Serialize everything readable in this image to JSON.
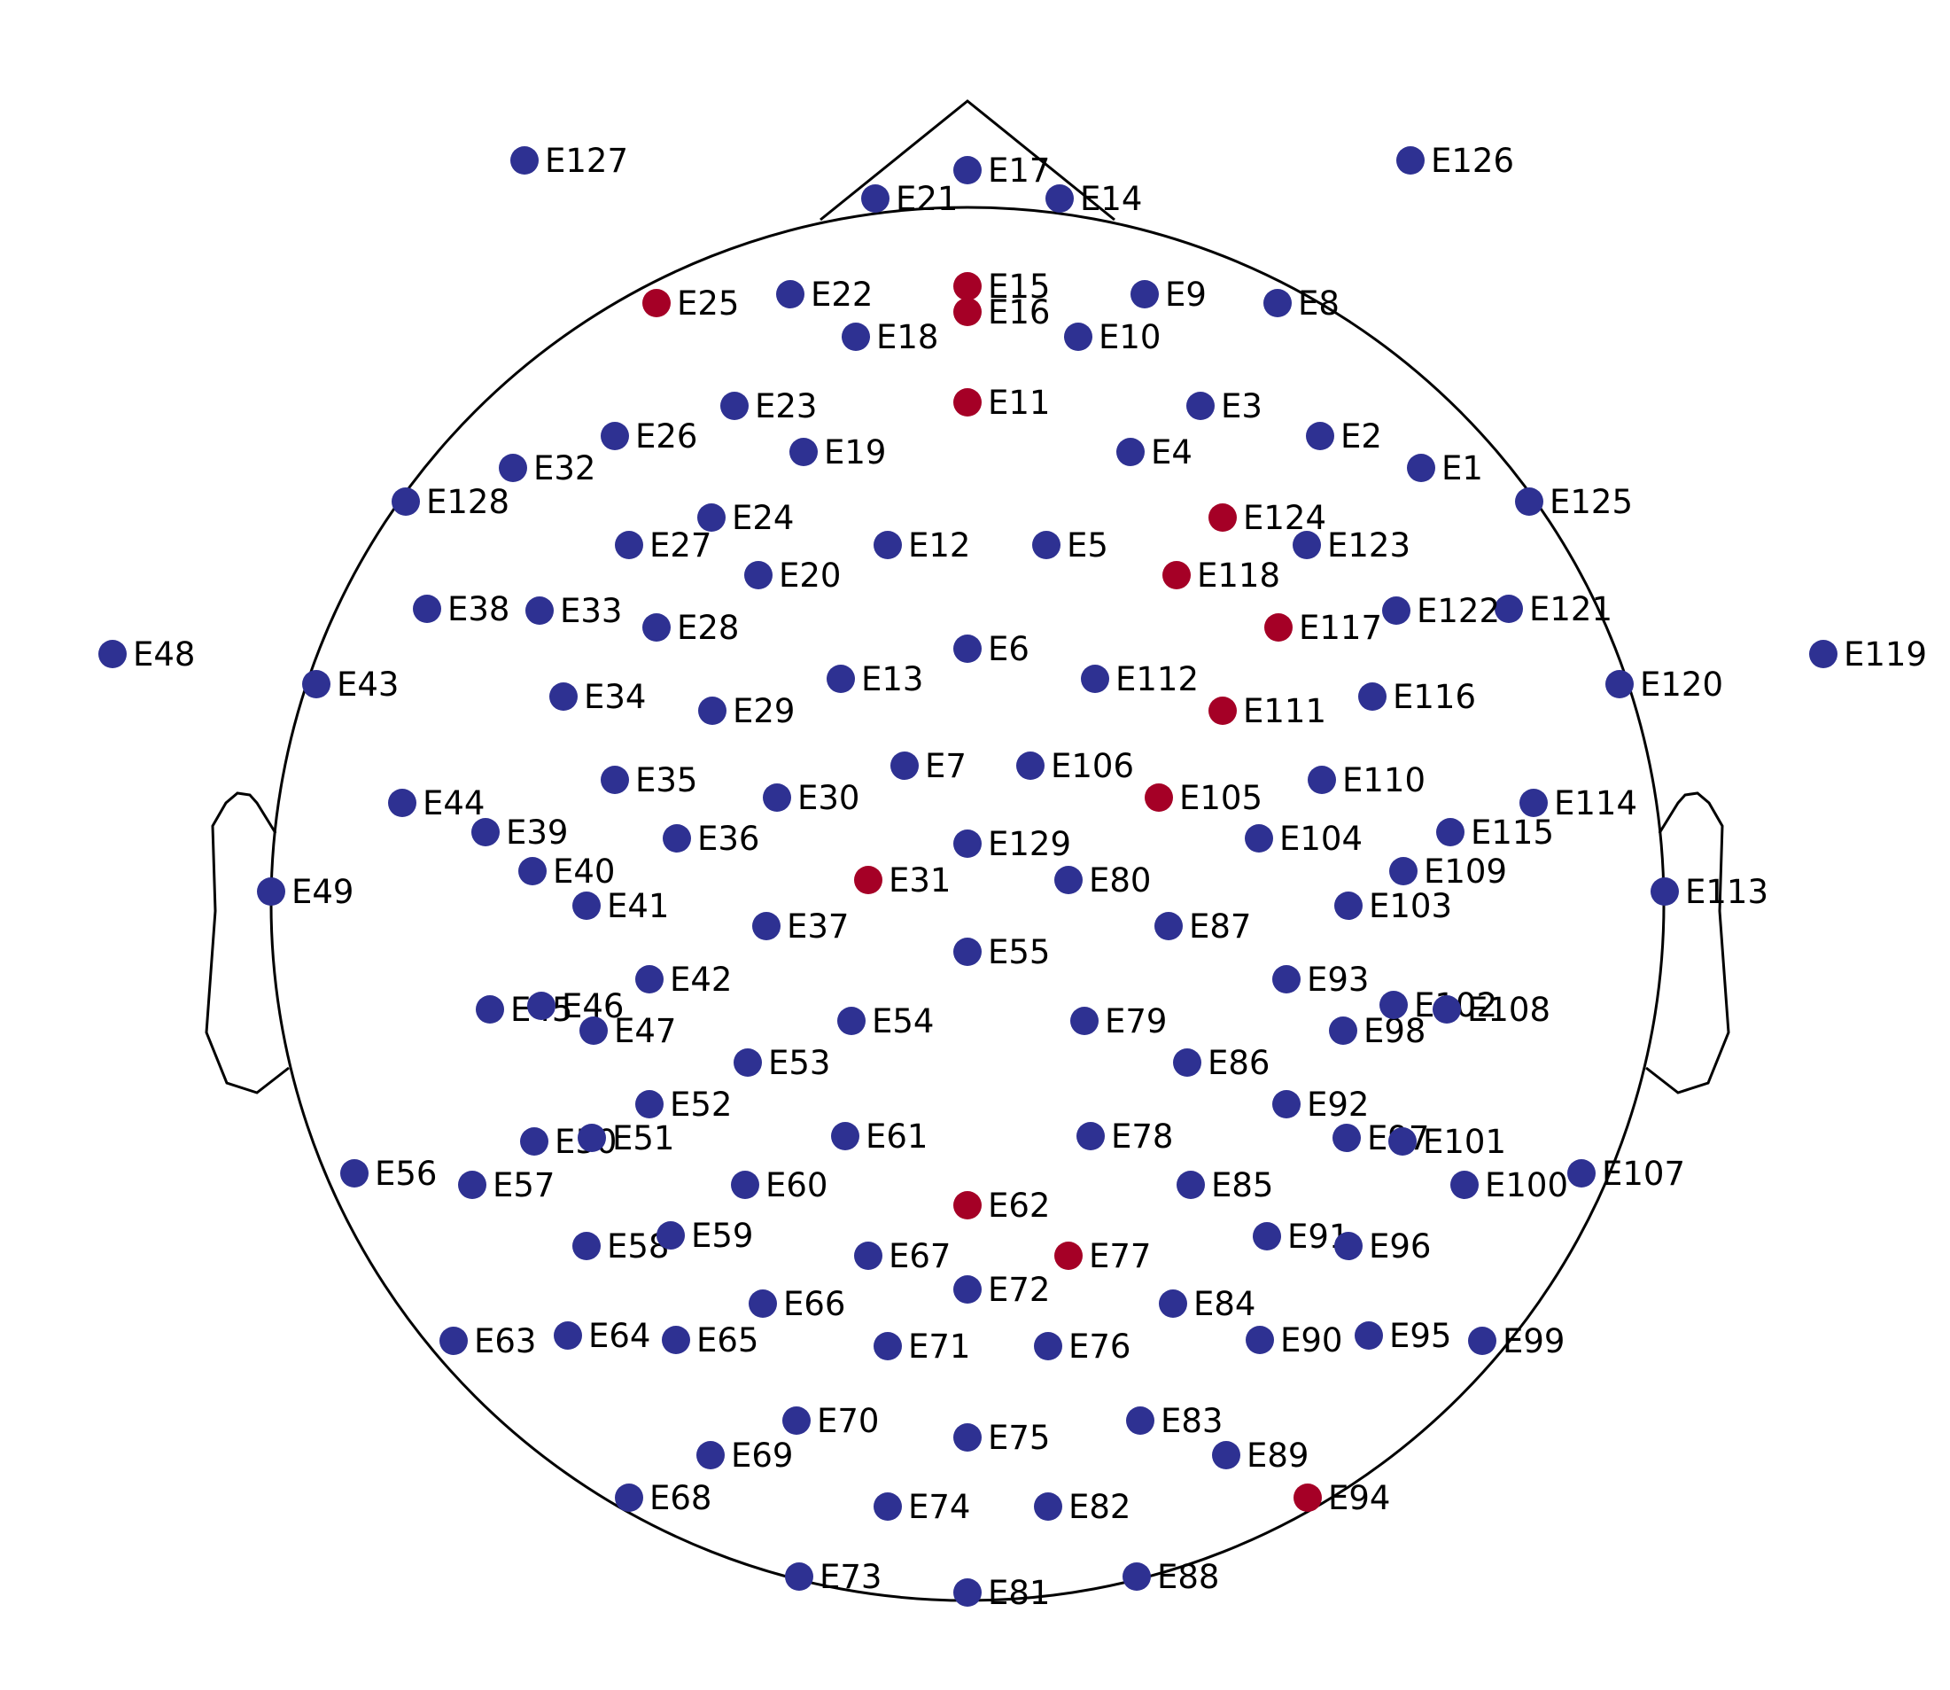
{
  "colors": {
    "default_sensor": "#2e3192",
    "highlighted_sensor": "#a50026",
    "outline": "#000000",
    "label": "#000000"
  },
  "sensors": [
    {
      "label": "E1",
      "highlighted": false
    },
    {
      "label": "E2",
      "highlighted": false
    },
    {
      "label": "E3",
      "highlighted": false
    },
    {
      "label": "E4",
      "highlighted": false
    },
    {
      "label": "E5",
      "highlighted": false
    },
    {
      "label": "E6",
      "highlighted": false
    },
    {
      "label": "E7",
      "highlighted": false
    },
    {
      "label": "E8",
      "highlighted": false
    },
    {
      "label": "E9",
      "highlighted": false
    },
    {
      "label": "E10",
      "highlighted": false
    },
    {
      "label": "E11",
      "highlighted": true
    },
    {
      "label": "E12",
      "highlighted": false
    },
    {
      "label": "E13",
      "highlighted": false
    },
    {
      "label": "E14",
      "highlighted": false
    },
    {
      "label": "E15",
      "highlighted": true
    },
    {
      "label": "E16",
      "highlighted": true
    },
    {
      "label": "E17",
      "highlighted": false
    },
    {
      "label": "E18",
      "highlighted": false
    },
    {
      "label": "E19",
      "highlighted": false
    },
    {
      "label": "E20",
      "highlighted": false
    },
    {
      "label": "E21",
      "highlighted": false
    },
    {
      "label": "E22",
      "highlighted": false
    },
    {
      "label": "E23",
      "highlighted": false
    },
    {
      "label": "E24",
      "highlighted": false
    },
    {
      "label": "E25",
      "highlighted": true
    },
    {
      "label": "E26",
      "highlighted": false
    },
    {
      "label": "E27",
      "highlighted": false
    },
    {
      "label": "E28",
      "highlighted": false
    },
    {
      "label": "E29",
      "highlighted": false
    },
    {
      "label": "E30",
      "highlighted": false
    },
    {
      "label": "E31",
      "highlighted": true
    },
    {
      "label": "E32",
      "highlighted": false
    },
    {
      "label": "E33",
      "highlighted": false
    },
    {
      "label": "E34",
      "highlighted": false
    },
    {
      "label": "E35",
      "highlighted": false
    },
    {
      "label": "E36",
      "highlighted": false
    },
    {
      "label": "E37",
      "highlighted": false
    },
    {
      "label": "E38",
      "highlighted": false
    },
    {
      "label": "E39",
      "highlighted": false
    },
    {
      "label": "E40",
      "highlighted": false
    },
    {
      "label": "E41",
      "highlighted": false
    },
    {
      "label": "E42",
      "highlighted": false
    },
    {
      "label": "E43",
      "highlighted": false
    },
    {
      "label": "E44",
      "highlighted": false
    },
    {
      "label": "E45",
      "highlighted": false
    },
    {
      "label": "E46",
      "highlighted": false
    },
    {
      "label": "E47",
      "highlighted": false
    },
    {
      "label": "E48",
      "highlighted": false
    },
    {
      "label": "E49",
      "highlighted": false
    },
    {
      "label": "E50",
      "highlighted": false
    },
    {
      "label": "E51",
      "highlighted": false
    },
    {
      "label": "E52",
      "highlighted": false
    },
    {
      "label": "E53",
      "highlighted": false
    },
    {
      "label": "E54",
      "highlighted": false
    },
    {
      "label": "E55",
      "highlighted": false
    },
    {
      "label": "E56",
      "highlighted": false
    },
    {
      "label": "E57",
      "highlighted": false
    },
    {
      "label": "E58",
      "highlighted": false
    },
    {
      "label": "E59",
      "highlighted": false
    },
    {
      "label": "E60",
      "highlighted": false
    },
    {
      "label": "E61",
      "highlighted": false
    },
    {
      "label": "E62",
      "highlighted": true
    },
    {
      "label": "E63",
      "highlighted": false
    },
    {
      "label": "E64",
      "highlighted": false
    },
    {
      "label": "E65",
      "highlighted": false
    },
    {
      "label": "E66",
      "highlighted": false
    },
    {
      "label": "E67",
      "highlighted": false
    },
    {
      "label": "E68",
      "highlighted": false
    },
    {
      "label": "E69",
      "highlighted": false
    },
    {
      "label": "E70",
      "highlighted": false
    },
    {
      "label": "E71",
      "highlighted": false
    },
    {
      "label": "E72",
      "highlighted": false
    },
    {
      "label": "E73",
      "highlighted": false
    },
    {
      "label": "E74",
      "highlighted": false
    },
    {
      "label": "E75",
      "highlighted": false
    },
    {
      "label": "E76",
      "highlighted": false
    },
    {
      "label": "E77",
      "highlighted": true
    },
    {
      "label": "E78",
      "highlighted": false
    },
    {
      "label": "E79",
      "highlighted": false
    },
    {
      "label": "E80",
      "highlighted": false
    },
    {
      "label": "E81",
      "highlighted": false
    },
    {
      "label": "E82",
      "highlighted": false
    },
    {
      "label": "E83",
      "highlighted": false
    },
    {
      "label": "E84",
      "highlighted": false
    },
    {
      "label": "E85",
      "highlighted": false
    },
    {
      "label": "E86",
      "highlighted": false
    },
    {
      "label": "E87",
      "highlighted": false
    },
    {
      "label": "E88",
      "highlighted": false
    },
    {
      "label": "E89",
      "highlighted": false
    },
    {
      "label": "E90",
      "highlighted": false
    },
    {
      "label": "E91",
      "highlighted": false
    },
    {
      "label": "E92",
      "highlighted": false
    },
    {
      "label": "E93",
      "highlighted": false
    },
    {
      "label": "E94",
      "highlighted": true
    },
    {
      "label": "E95",
      "highlighted": false
    },
    {
      "label": "E96",
      "highlighted": false
    },
    {
      "label": "E97",
      "highlighted": false
    },
    {
      "label": "E98",
      "highlighted": false
    },
    {
      "label": "E99",
      "highlighted": false
    },
    {
      "label": "E100",
      "highlighted": false
    },
    {
      "label": "E101",
      "highlighted": false
    },
    {
      "label": "E102",
      "highlighted": false
    },
    {
      "label": "E103",
      "highlighted": false
    },
    {
      "label": "E104",
      "highlighted": false
    },
    {
      "label": "E105",
      "highlighted": true
    },
    {
      "label": "E106",
      "highlighted": false
    },
    {
      "label": "E107",
      "highlighted": false
    },
    {
      "label": "E108",
      "highlighted": false
    },
    {
      "label": "E109",
      "highlighted": false
    },
    {
      "label": "E110",
      "highlighted": false
    },
    {
      "label": "E111",
      "highlighted": true
    },
    {
      "label": "E112",
      "highlighted": false
    },
    {
      "label": "E113",
      "highlighted": false
    },
    {
      "label": "E114",
      "highlighted": false
    },
    {
      "label": "E115",
      "highlighted": false
    },
    {
      "label": "E116",
      "highlighted": false
    },
    {
      "label": "E117",
      "highlighted": true
    },
    {
      "label": "E118",
      "highlighted": true
    },
    {
      "label": "E119",
      "highlighted": false
    },
    {
      "label": "E120",
      "highlighted": false
    },
    {
      "label": "E121",
      "highlighted": false
    },
    {
      "label": "E122",
      "highlighted": false
    },
    {
      "label": "E123",
      "highlighted": false
    },
    {
      "label": "E124",
      "highlighted": true
    },
    {
      "label": "E125",
      "highlighted": false
    },
    {
      "label": "E126",
      "highlighted": false
    },
    {
      "label": "E127",
      "highlighted": false
    },
    {
      "label": "E128",
      "highlighted": false
    },
    {
      "label": "E129",
      "highlighted": false
    }
  ]
}
